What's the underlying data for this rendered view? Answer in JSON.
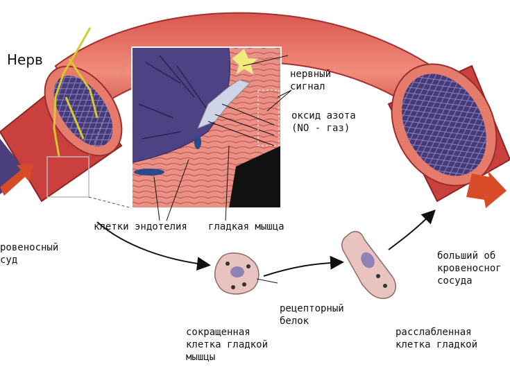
{
  "labels": {
    "nerve": "Нерв",
    "nerve_signal": [
      "нервный",
      "сигнал"
    ],
    "nitric_oxide": [
      "оксид азота",
      "(NO - газ)"
    ],
    "vessel_left": [
      "ровеносный",
      "суд"
    ],
    "endothelium": "клетки эндотелия",
    "smooth_muscle": "гладкая мышца",
    "receptor": [
      "рецепторный",
      "белок"
    ],
    "contracted": [
      "сокращенная",
      "клетка гладкой",
      "мышцы"
    ],
    "relaxed": [
      "расслабленная",
      "клетка гладкой"
    ],
    "bigger": [
      "больший об",
      "кровеносног",
      "сосуда"
    ]
  },
  "colors": {
    "vessel_outer": "#c9403e",
    "vessel_inner": "#e57b6a",
    "lumen": "#4a3f7a",
    "mesh": "#8c86c4",
    "arrow": "#d84a28",
    "cell": "#e8c3c0",
    "nucleus": "#8f82b5",
    "nerve_fiber": "#d8c830"
  }
}
